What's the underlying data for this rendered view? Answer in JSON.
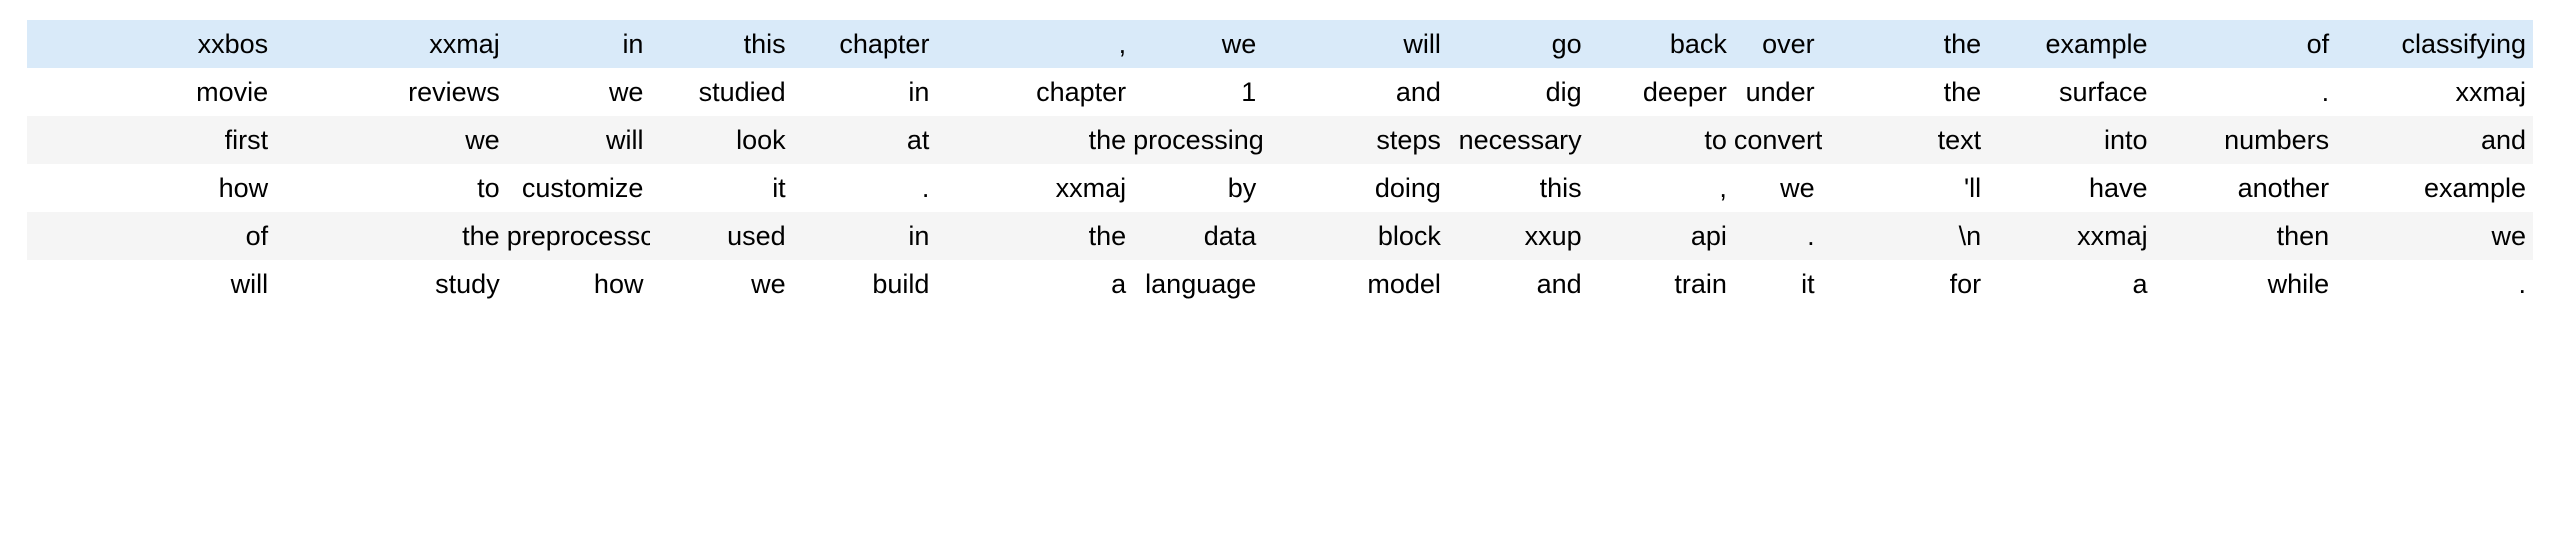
{
  "table": {
    "columns": 16,
    "colors": {
      "highlight_row_background": "#d9eaf9",
      "alt_row_background": "#f5f5f5",
      "default_row_background": "#ffffff",
      "text": "#000000"
    },
    "rows": [
      {
        "style": "highlight",
        "cells": [
          "xxbos",
          "xxmaj",
          "in",
          "this",
          "chapter",
          ",",
          "we",
          "will",
          "go",
          "back",
          "over",
          "the",
          "example",
          "of",
          "classifying"
        ]
      },
      {
        "style": "default",
        "cells": [
          "movie",
          "reviews",
          "we",
          "studied",
          "in",
          "chapter",
          "1",
          "and",
          "dig",
          "deeper",
          "under",
          "the",
          "surface",
          ".",
          "xxmaj"
        ]
      },
      {
        "style": "alt",
        "cells": [
          "first",
          "we",
          "will",
          "look",
          "at",
          "the",
          "processing",
          "steps",
          "necessary",
          "to",
          "convert",
          "text",
          "into",
          "numbers",
          "and"
        ]
      },
      {
        "style": "default",
        "cells": [
          "how",
          "to",
          "customize",
          "it",
          ".",
          "xxmaj",
          "by",
          "doing",
          "this",
          ",",
          "we",
          "'ll",
          "have",
          "another",
          "example"
        ]
      },
      {
        "style": "alt",
        "cells": [
          "of",
          "the",
          "preprocessor",
          "used",
          "in",
          "the",
          "data",
          "block",
          "xxup",
          "api",
          ".",
          "\\n",
          "xxmaj",
          "then",
          "we"
        ]
      },
      {
        "style": "default",
        "cells": [
          "will",
          "study",
          "how",
          "we",
          "build",
          "a",
          "language",
          "model",
          "and",
          "train",
          "it",
          "for",
          "a",
          "while",
          "."
        ]
      }
    ]
  }
}
